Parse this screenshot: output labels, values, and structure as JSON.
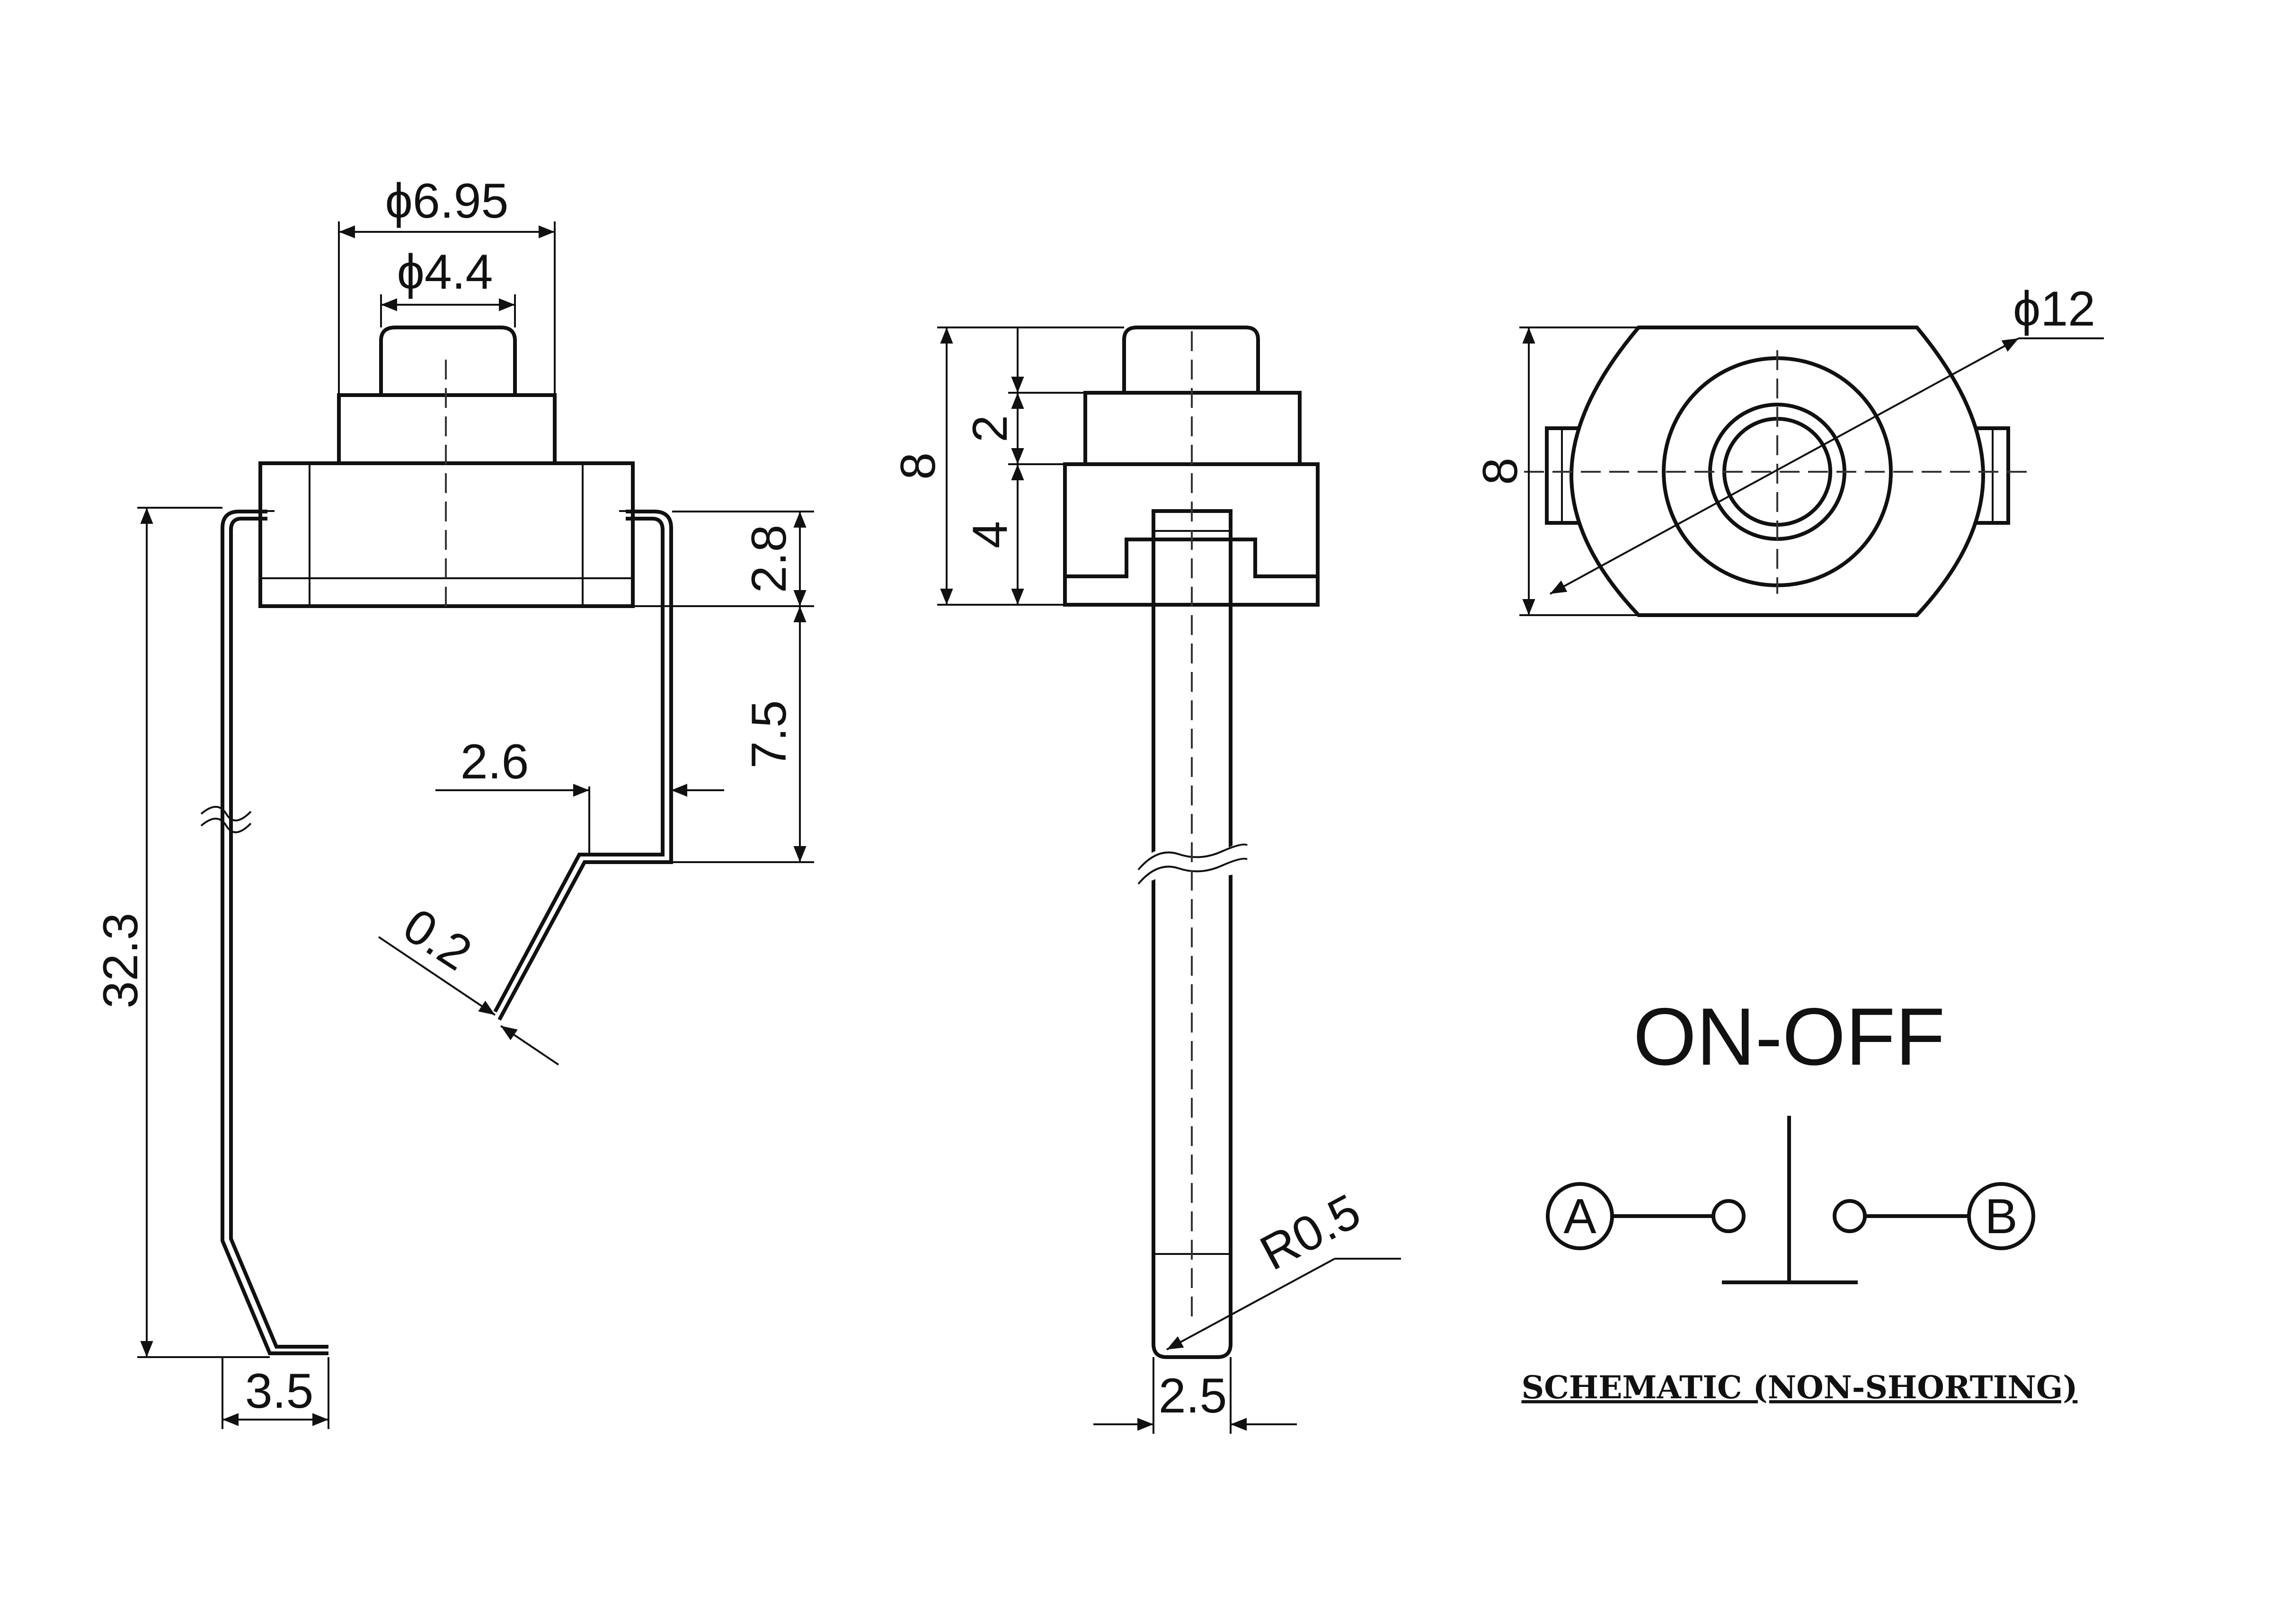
{
  "front_view": {
    "dim_cap_diameter": "ϕ6.95",
    "dim_plunger_diameter": "ϕ4.4",
    "dim_body_height": "2.8",
    "dim_bend_height": "7.5",
    "dim_bend_offset": "2.6",
    "dim_thickness": "0.2",
    "dim_total_height": "32.3",
    "dim_foot_width": "3.5"
  },
  "side_view": {
    "dim_total_height": "8",
    "dim_cap_height": "2",
    "dim_base_height": "4",
    "dim_tip_radius": "R0.5",
    "dim_terminal_width": "2.5"
  },
  "top_view": {
    "dim_outer_diameter": "ϕ12",
    "dim_height": "8"
  },
  "schematic": {
    "title": "ON-OFF",
    "terminal_a": "A",
    "terminal_b": "B",
    "caption": "SCHEMATIC (NON-SHORTING)"
  }
}
